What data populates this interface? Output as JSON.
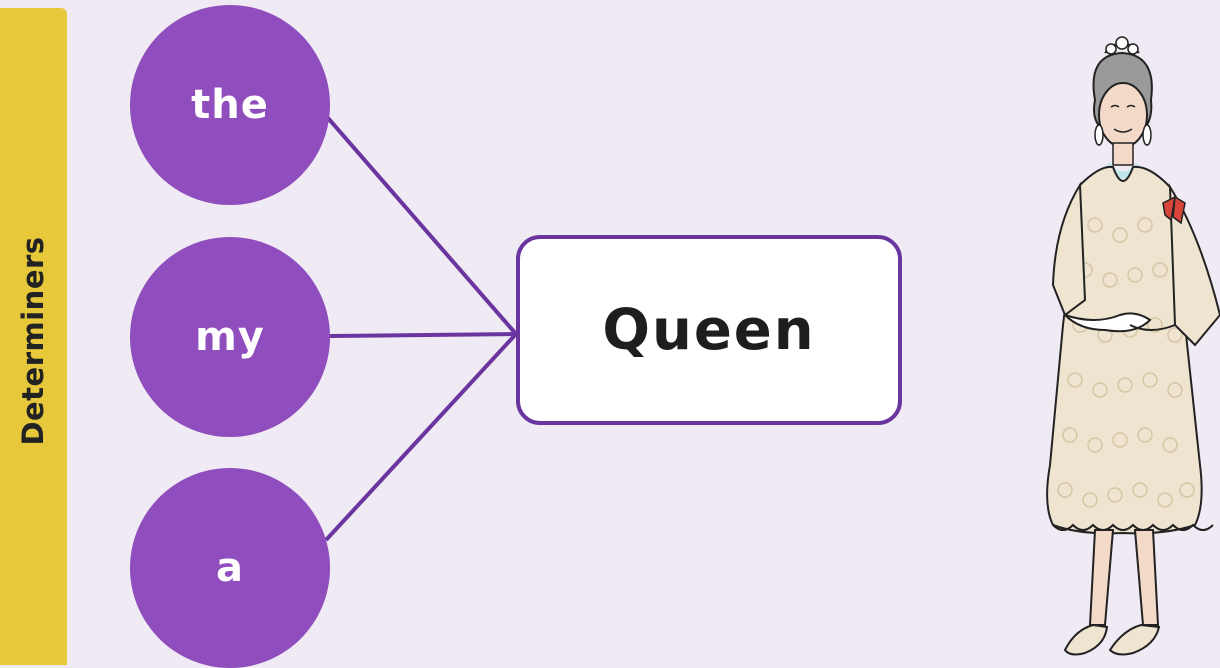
{
  "side_label": "Determiners",
  "determiners": [
    {
      "label": "the"
    },
    {
      "label": "my"
    },
    {
      "label": "a"
    }
  ],
  "noun": "Queen",
  "colors": {
    "background": "#efeaf3",
    "side_tab": "#e6c83a",
    "circle": "#8f4dbd",
    "connector": "#6b35a0",
    "box_border": "#6b35a0"
  },
  "illustration": "queen-figure"
}
